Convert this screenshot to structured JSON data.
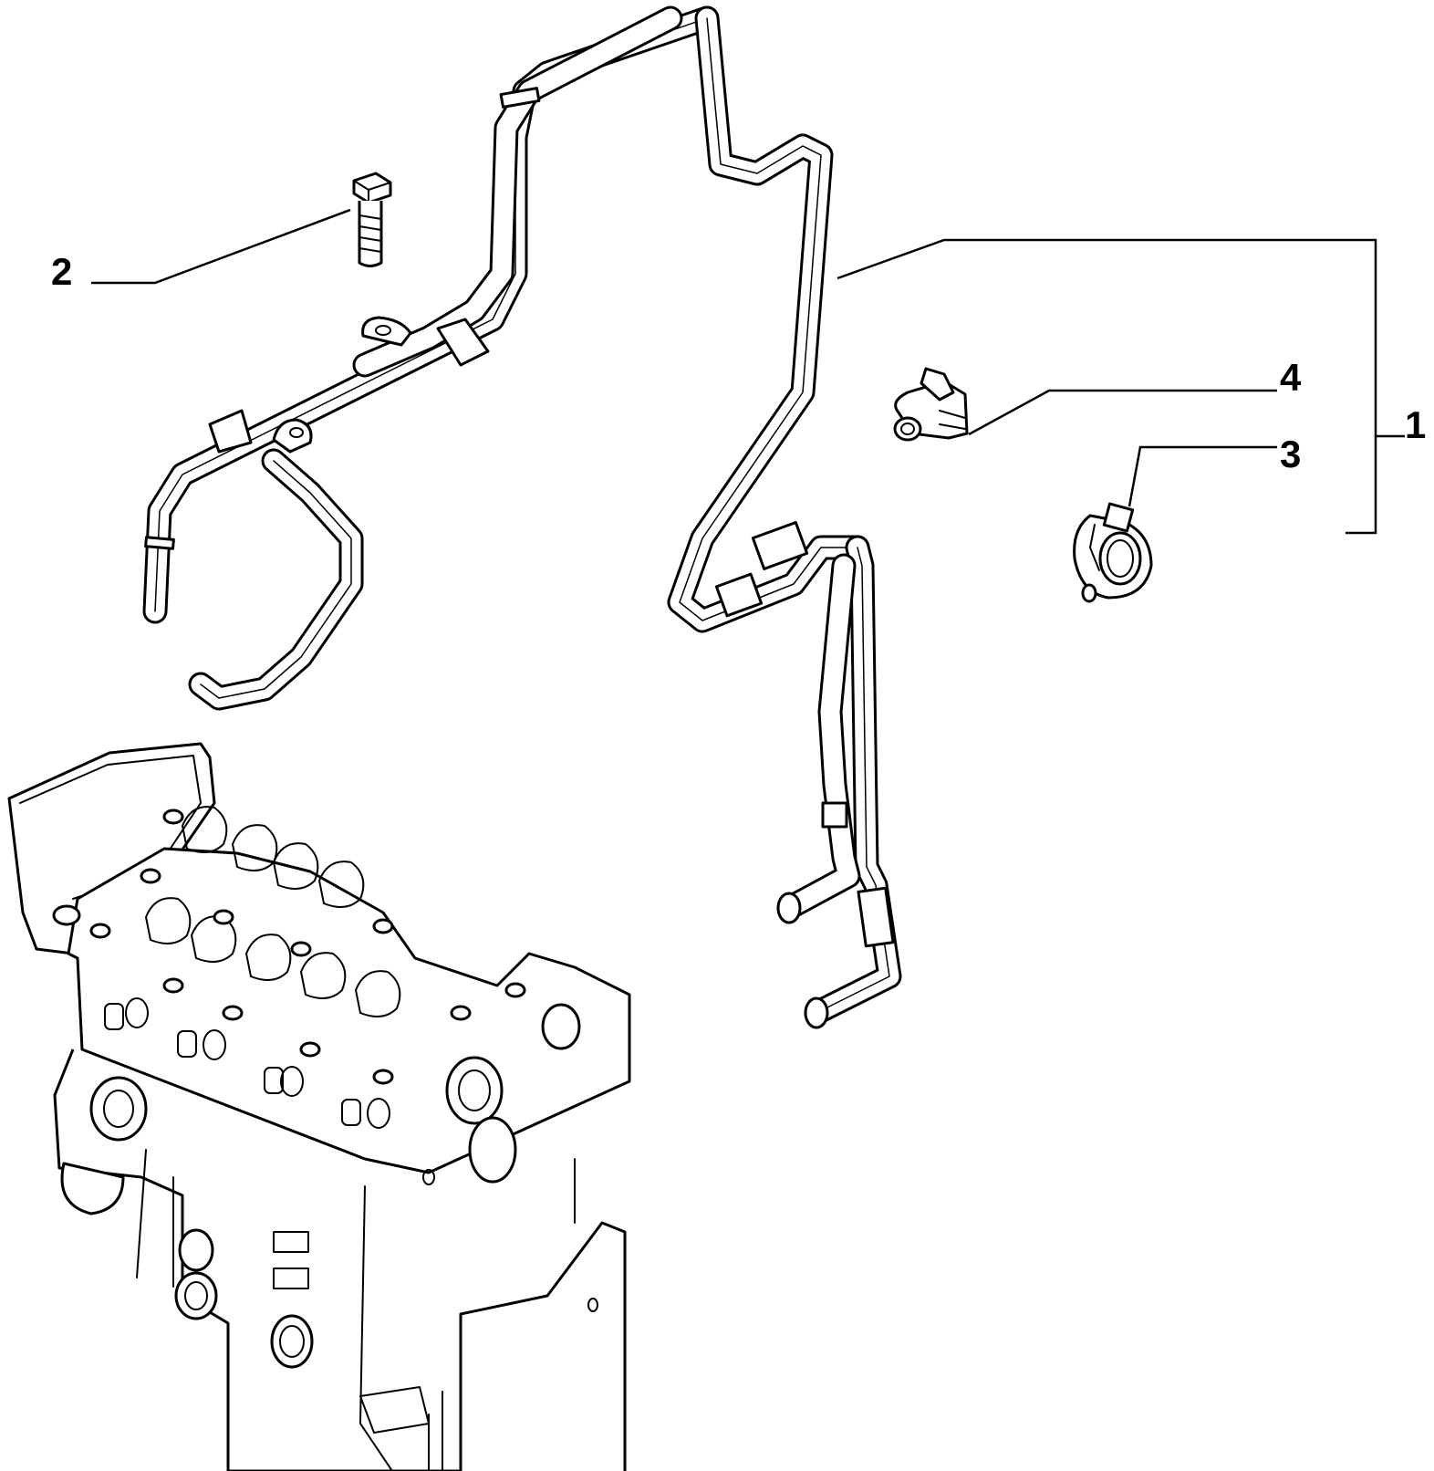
{
  "diagram": {
    "callouts": [
      {
        "id": "1",
        "label": "1"
      },
      {
        "id": "2",
        "label": "2"
      },
      {
        "id": "3",
        "label": "3"
      },
      {
        "id": "4",
        "label": "4"
      }
    ],
    "parts": [
      {
        "ref": "1",
        "name": "coolant-pipe-assembly"
      },
      {
        "ref": "2",
        "name": "hex-bolt"
      },
      {
        "ref": "3",
        "name": "hose-clamp"
      },
      {
        "ref": "4",
        "name": "hose-clip"
      }
    ],
    "background_component": "engine-cylinder-head"
  }
}
